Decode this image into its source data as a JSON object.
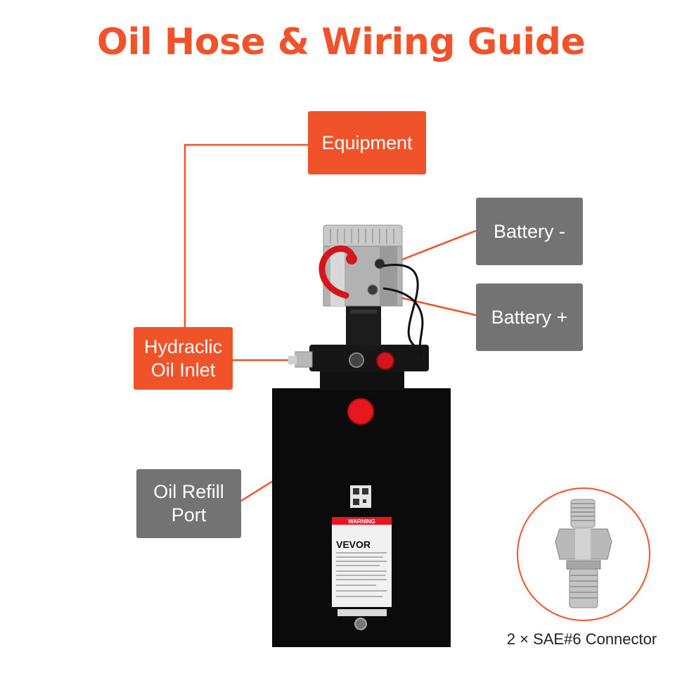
{
  "title": "Oil Hose & Wiring Guide",
  "labels": {
    "equipment": "Equipment",
    "battery_negative": "Battery -",
    "battery_positive": "Battery +",
    "oil_inlet": "Hydraclic\nOil Inlet",
    "oil_refill": "Oil Refill\nPort"
  },
  "tank_label": {
    "brand": "VEVOR",
    "warning": "WARNING"
  },
  "connector_caption": "2 × SAE#6 Connector",
  "colors": {
    "accent": "#f0532a",
    "label_gray": "#737373"
  }
}
